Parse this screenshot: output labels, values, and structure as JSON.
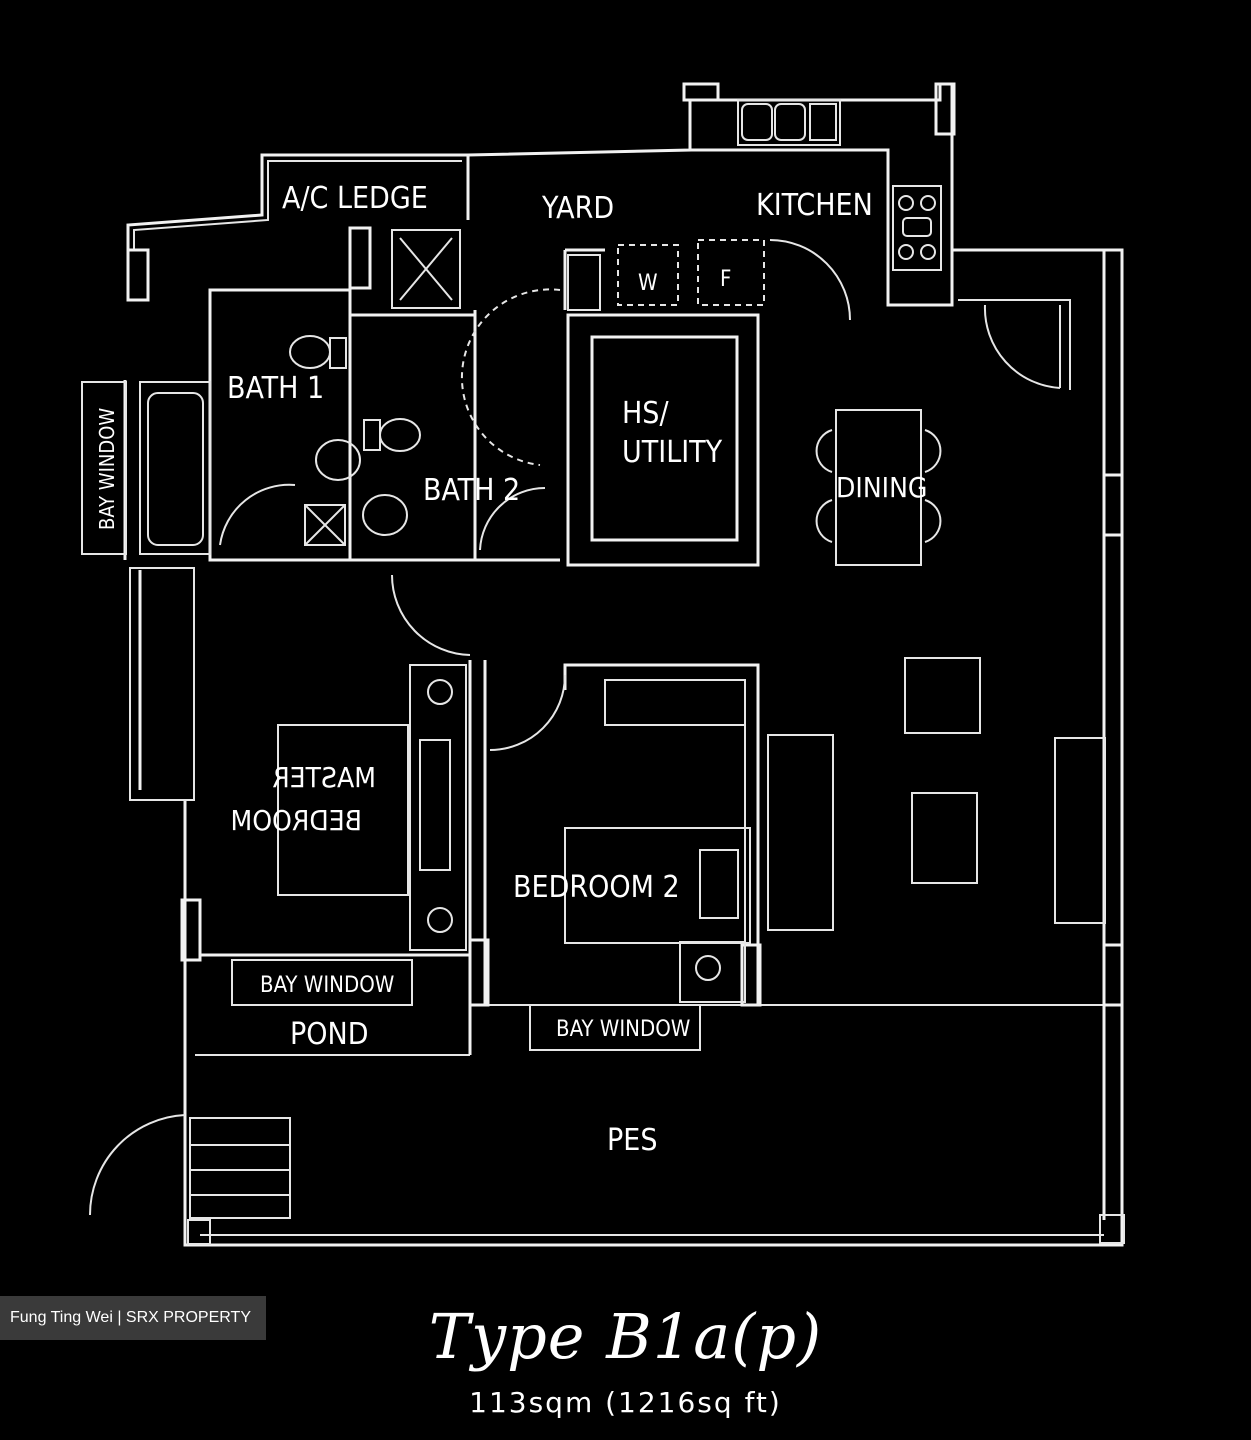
{
  "plan": {
    "rooms": {
      "ac_ledge": "A/C LEDGE",
      "yard": "YARD",
      "kitchen": "KITCHEN",
      "bath1": "BATH 1",
      "bath2": "BATH 2",
      "hs_utility_line1": "HS/",
      "hs_utility_line2": "UTILITY",
      "dining": "DINING",
      "bay_window_left": "BAY WINDOW",
      "bay_window_master": "BAY WINDOW",
      "bay_window_bedroom2": "BAY WINDOW",
      "pond": "POND",
      "pes": "PES",
      "master_bedroom_line1": "MASTER",
      "master_bedroom_line2": "BEDROOM",
      "bedroom2": "BEDROOM 2",
      "washer": "W",
      "fridge": "F"
    }
  },
  "unit": {
    "type": "Type B1a(p)",
    "area": "113sqm (1216sq ft)"
  },
  "watermark": "Fung Ting Wei | SRX PROPERTY"
}
